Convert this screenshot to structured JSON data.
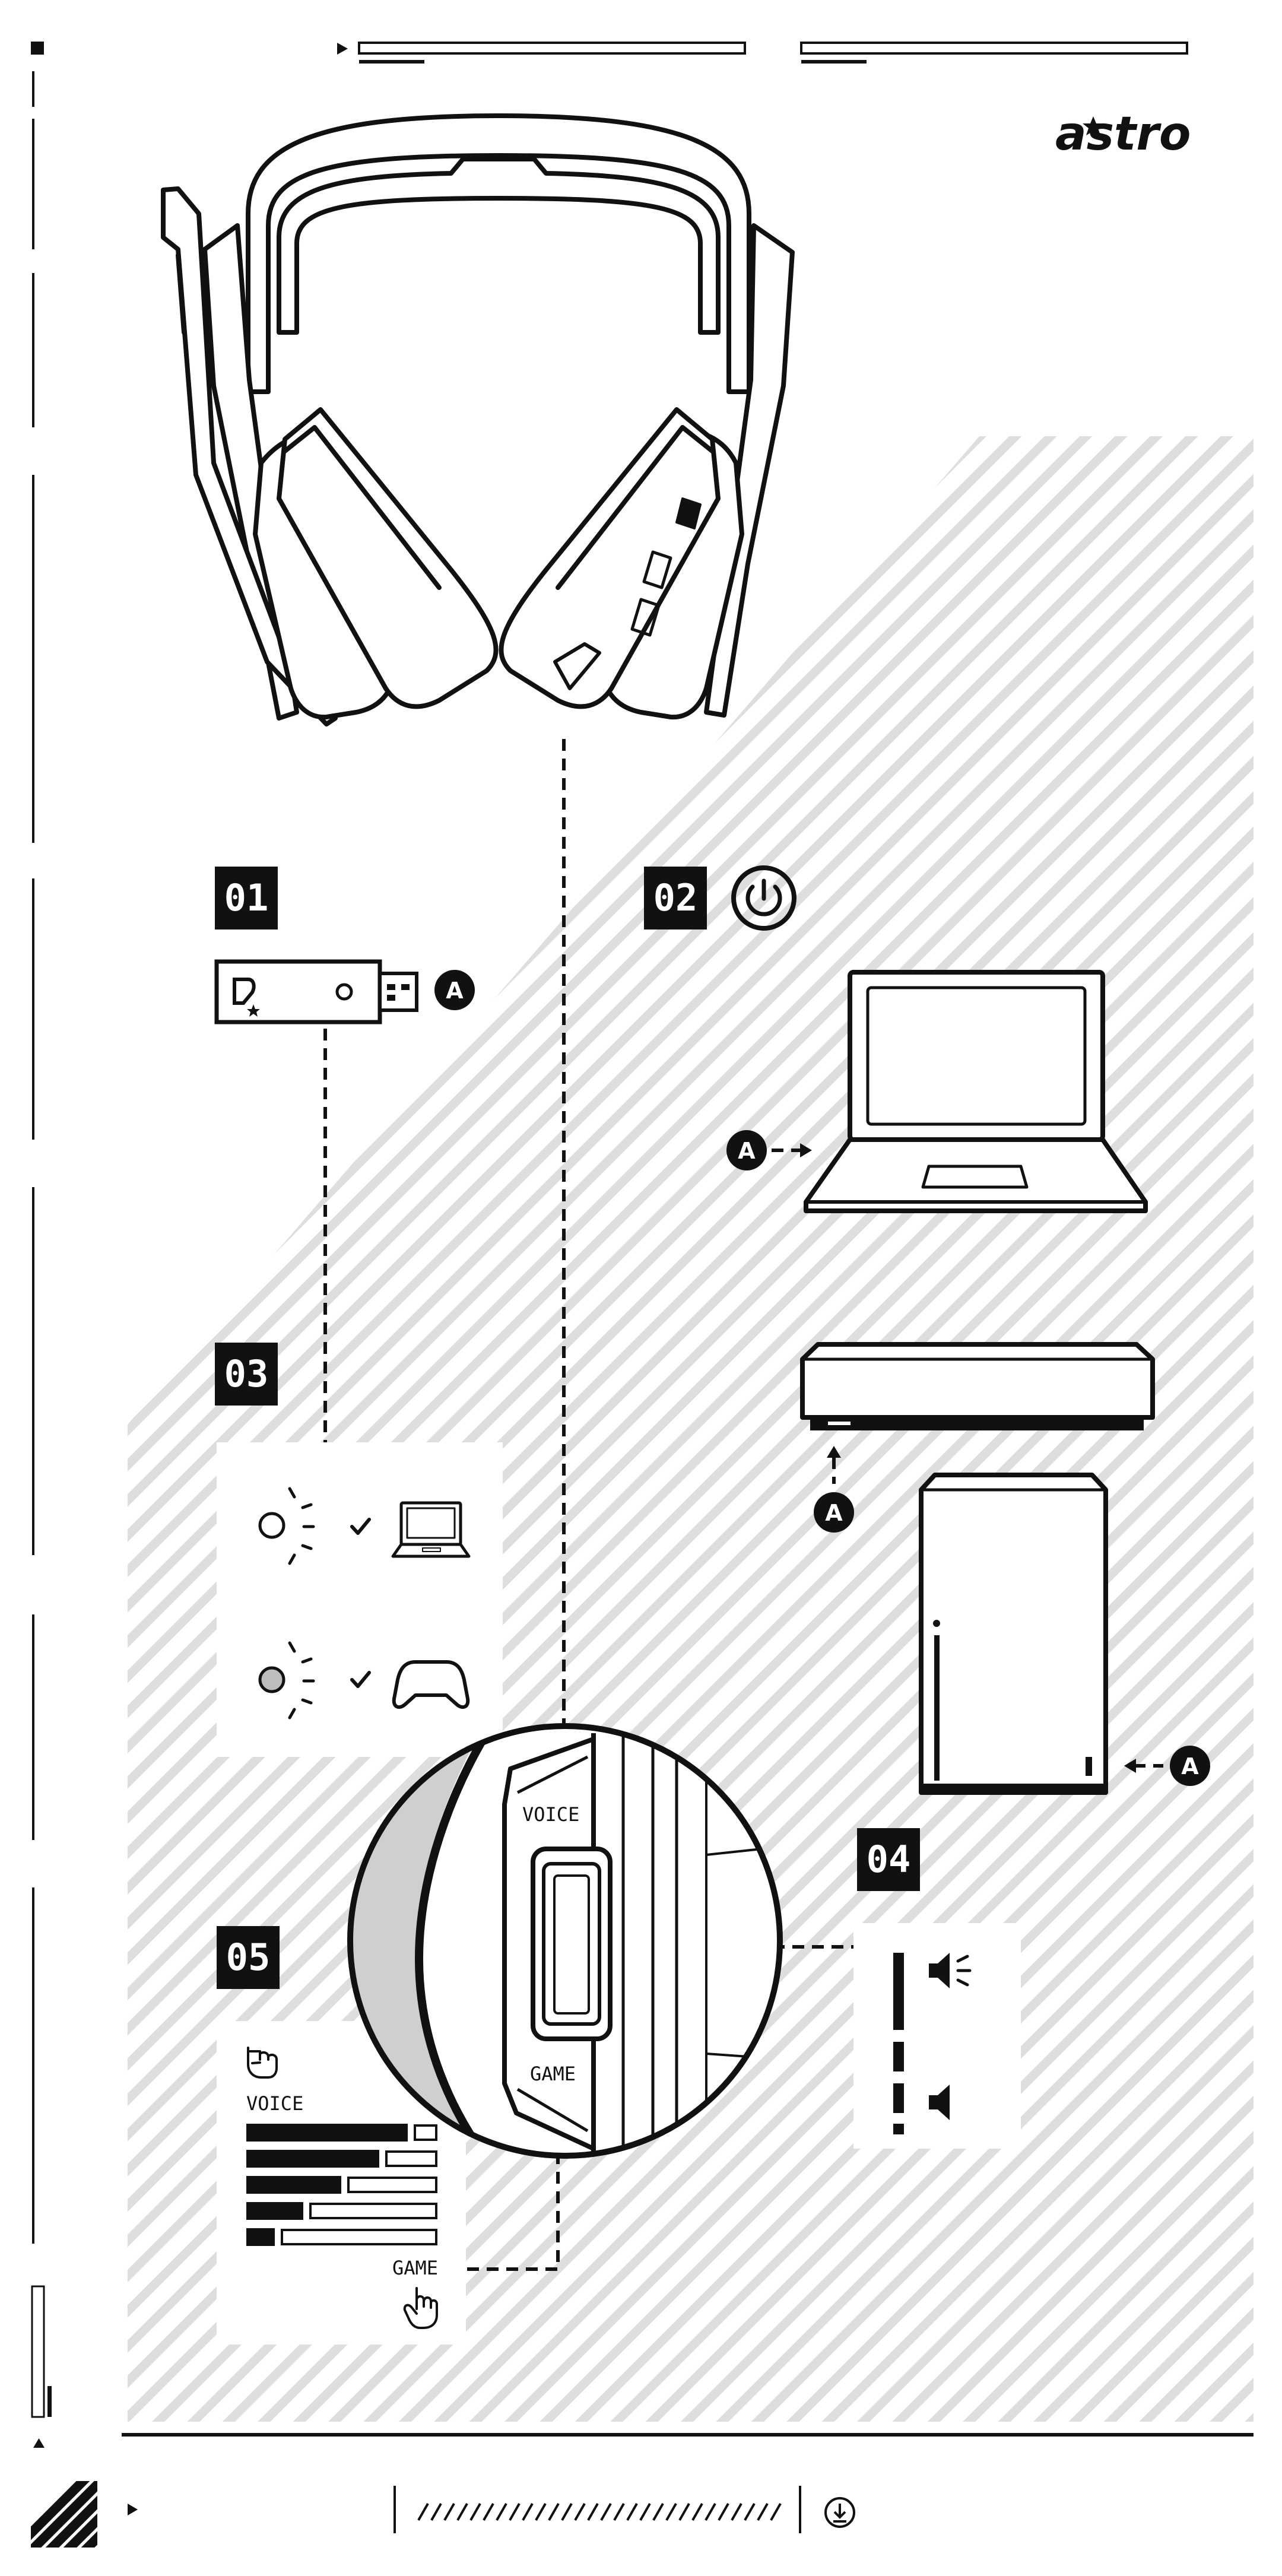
{
  "brand": {
    "logo_text": "astro"
  },
  "steps": {
    "s01": "01",
    "s02": "02",
    "s03": "03",
    "s04": "04",
    "s05": "05"
  },
  "connector_marker": "A",
  "labels": {
    "voice": "VOICE",
    "game": "GAME",
    "panel_voice": "VOICE",
    "panel_game": "GAME"
  },
  "mix_levels": [
    {
      "voice": 0.85,
      "game": 0.15
    },
    {
      "voice": 0.7,
      "game": 0.3
    },
    {
      "voice": 0.5,
      "game": 0.5
    },
    {
      "voice": 0.3,
      "game": 0.7
    },
    {
      "voice": 0.15,
      "game": 0.85
    }
  ],
  "icons": {
    "power": "power-icon",
    "usb_adapter": "usb-transmitter-icon",
    "laptop": "laptop-icon",
    "console_flat": "console-series-s-icon",
    "console_tower": "console-series-x-icon",
    "controller": "controller-icon",
    "headset": "headset-icon",
    "speaker_loud": "speaker-loud-icon",
    "speaker_quiet": "speaker-quiet-icon",
    "check": "check-icon",
    "hand_pointer": "hand-pointer-icon",
    "download": "download-icon"
  },
  "colors": {
    "ink": "#111111",
    "paper": "#ffffff",
    "hatch": "#dedede",
    "led_gray": "#bdbdbd"
  }
}
